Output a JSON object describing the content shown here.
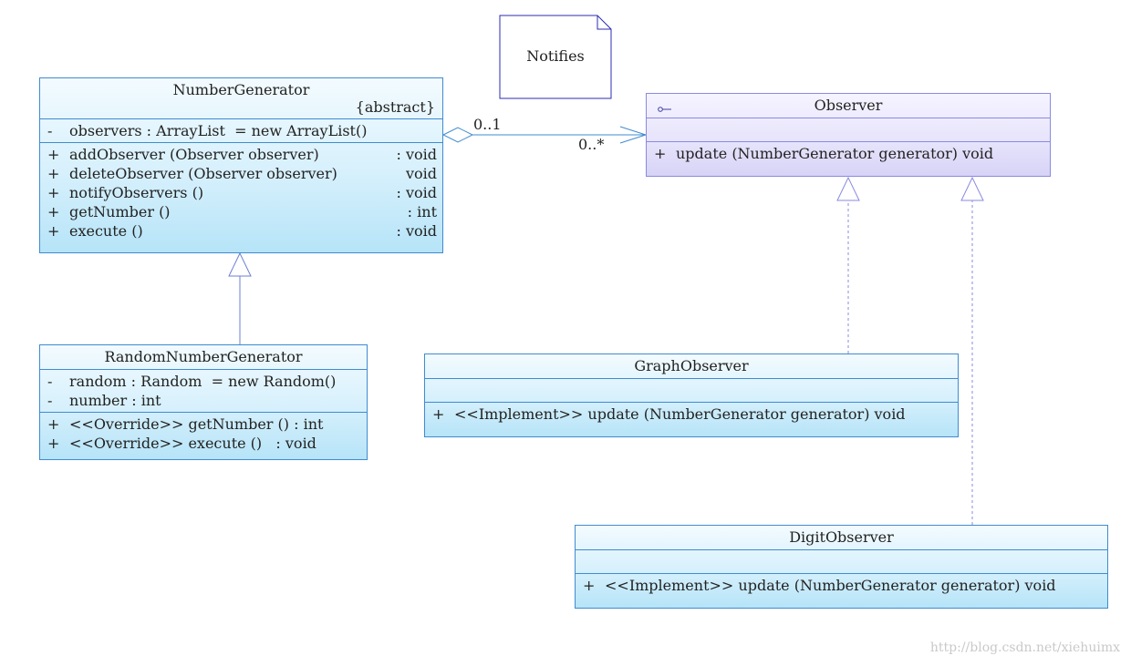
{
  "classes": {
    "number_generator": {
      "name": "NumberGenerator",
      "stereotype": "{abstract}",
      "attributes": [
        {
          "vis": "-",
          "text": "observers : ArrayList  = new ArrayList()"
        }
      ],
      "operations": [
        {
          "vis": "+",
          "text": "addObserver (Observer observer)",
          "ret": ": void"
        },
        {
          "vis": "+",
          "text": "deleteObserver (Observer observer)",
          "ret": "void"
        },
        {
          "vis": "+",
          "text": "notifyObservers ()",
          "ret": ": void"
        },
        {
          "vis": "+",
          "text": "getNumber ()",
          "ret": ": int"
        },
        {
          "vis": "+",
          "text": "execute ()",
          "ret": ": void"
        }
      ]
    },
    "random_number_generator": {
      "name": "RandomNumberGenerator",
      "attributes": [
        {
          "vis": "-",
          "text": "random : Random  = new Random()"
        },
        {
          "vis": "-",
          "text": "number : int"
        }
      ],
      "operations": [
        {
          "vis": "+",
          "text": "<<Override>> getNumber () : int"
        },
        {
          "vis": "+",
          "text": "<<Override>> execute ()   : void"
        }
      ]
    },
    "observer": {
      "name": "Observer",
      "operations": [
        {
          "vis": "+",
          "text": "update (NumberGenerator generator) void"
        }
      ]
    },
    "graph_observer": {
      "name": "GraphObserver",
      "operations": [
        {
          "vis": "+",
          "text": "<<Implement>> update (NumberGenerator generator) void"
        }
      ]
    },
    "digit_observer": {
      "name": "DigitObserver",
      "operations": [
        {
          "vis": "+",
          "text": "<<Implement>> update (NumberGenerator generator) void"
        }
      ]
    }
  },
  "note": {
    "text": "Notifies"
  },
  "association": {
    "source_multiplicity": "0..1",
    "target_multiplicity": "0..*"
  },
  "watermark": "http://blog.csdn.net/xiehuimx",
  "colors": {
    "class_border": "#3f8bd0",
    "interface_border": "#8a8ae0",
    "note_border": "#2b2bb0"
  }
}
